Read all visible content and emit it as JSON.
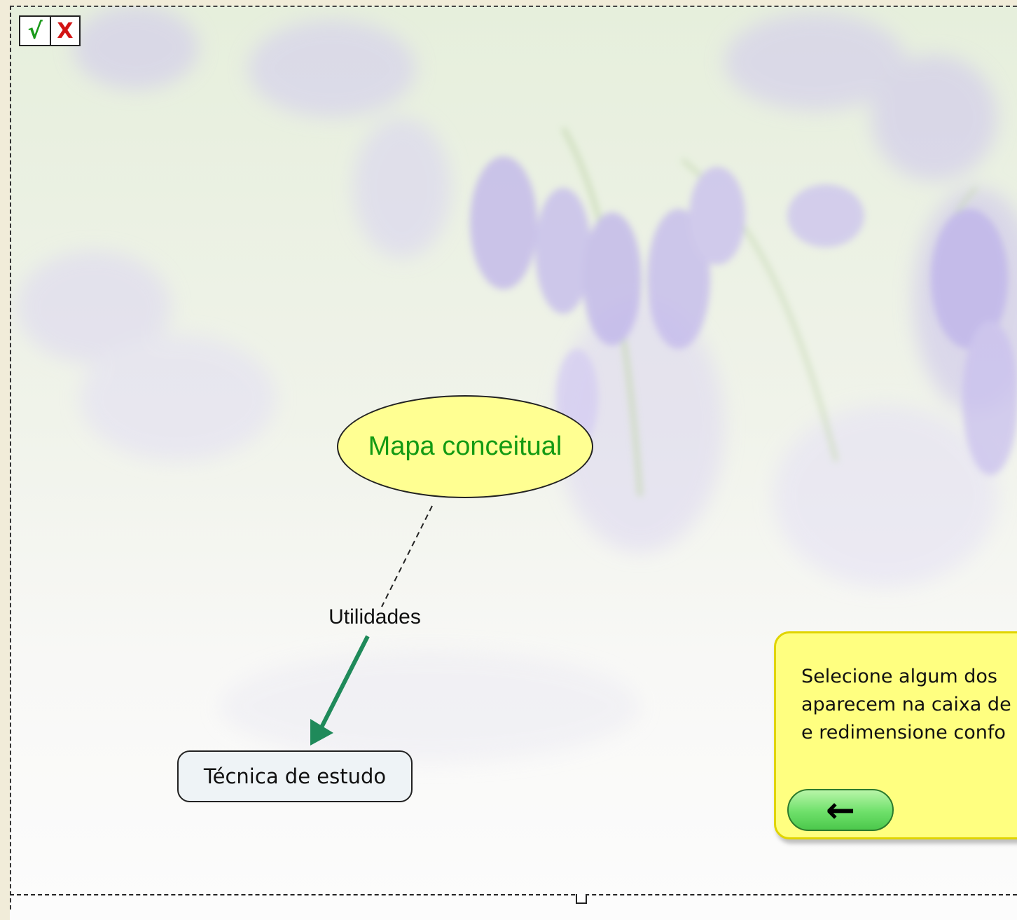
{
  "toolbar": {
    "accept_glyph": "√",
    "cancel_glyph": "X"
  },
  "map": {
    "main_concept": "Mapa conceitual",
    "link_phrase": "Utilidades",
    "child_concept": "Técnica de estudo"
  },
  "help_panel": {
    "lines": [
      "Selecione algum dos",
      "aparecem na caixa de",
      "e redimensione confo"
    ],
    "back_glyph": "←"
  },
  "background": {
    "motif": "bluebell-flowers-photo",
    "colors": [
      "#e8f0dc",
      "#c9c2ea",
      "#ffffff"
    ]
  },
  "colors": {
    "concept_fill": "#ffff92",
    "concept_text": "#139a13",
    "arrow": "#1f8a5a",
    "panel_fill": "#ffff80",
    "panel_border": "#e0d400"
  }
}
